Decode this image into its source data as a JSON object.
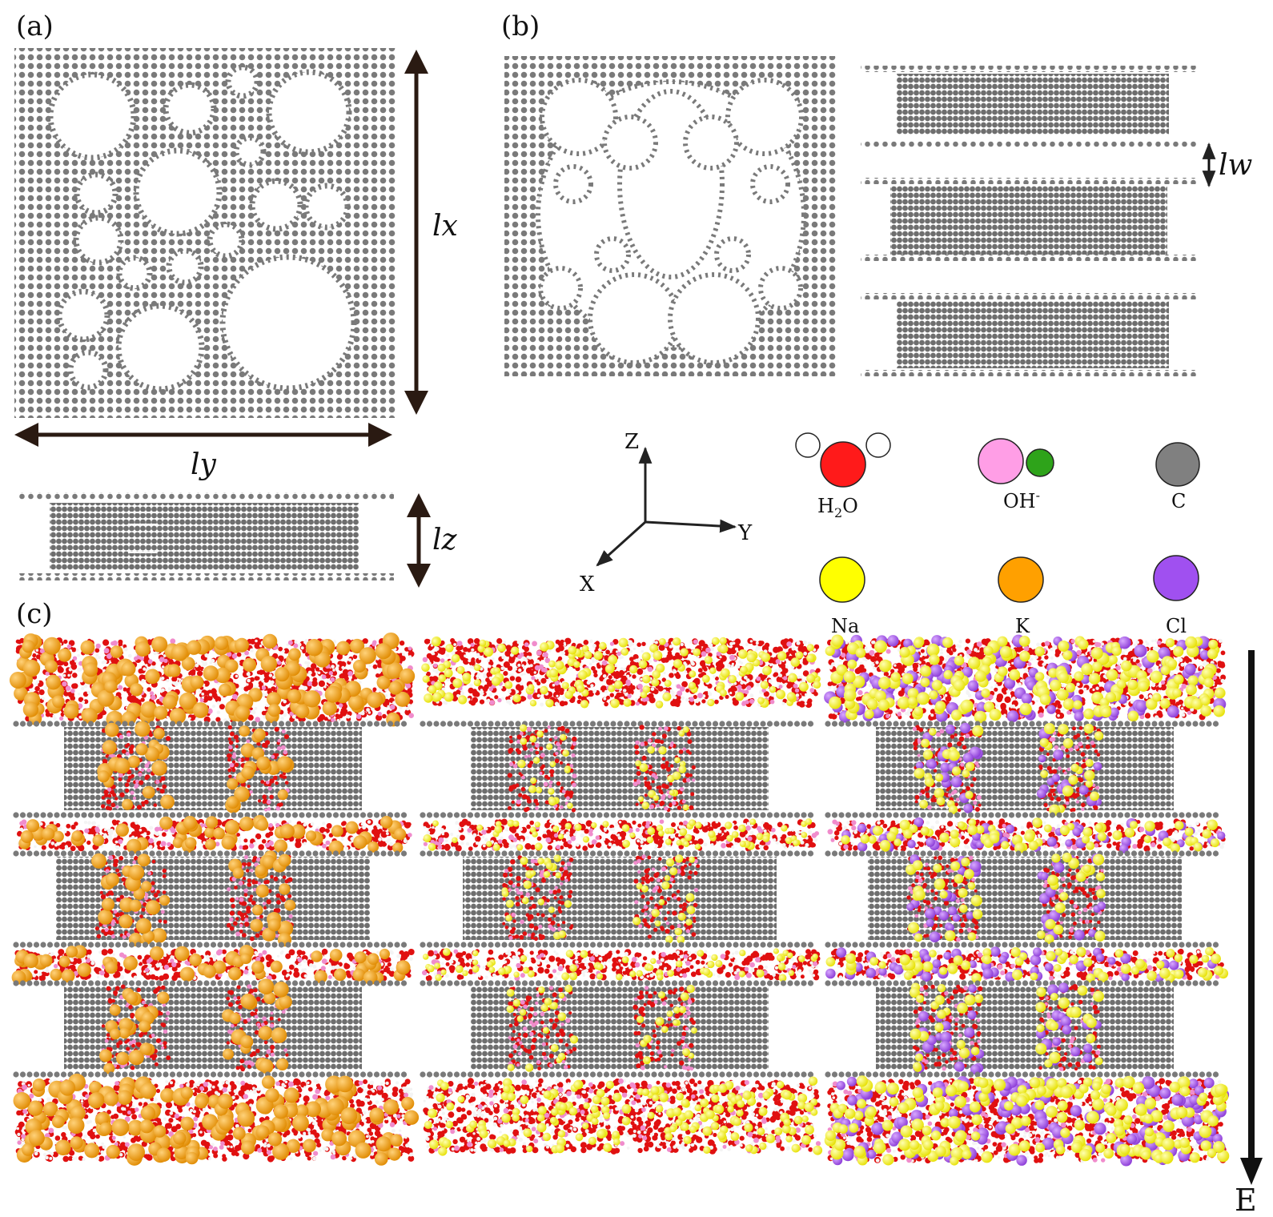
{
  "panels": {
    "a": {
      "label": "(a)",
      "dim_x": "lx",
      "dim_y": "ly",
      "dim_z": "lz"
    },
    "b": {
      "label": "(b)",
      "dim_w": "lw"
    },
    "c": {
      "label": "(c)",
      "field": "E"
    }
  },
  "axes": {
    "z": "Z",
    "y": "Y",
    "x": "X"
  },
  "legend": {
    "h2o": {
      "text": "H2O",
      "main": "H",
      "sub": "2",
      "rest": "O",
      "color": "#ff1a1a",
      "h_color": "#ffffff"
    },
    "oh": {
      "text": "OH-",
      "main": "OH",
      "sup": "-",
      "color_o": "#ff9ee6",
      "color_h": "#2ea31a"
    },
    "c": {
      "text": "C",
      "color": "#808080"
    },
    "na": {
      "text": "Na",
      "color": "#ffff00"
    },
    "k": {
      "text": "K",
      "color": "#ffa000"
    },
    "cl": {
      "text": "Cl",
      "color": "#a050f0"
    }
  },
  "colors": {
    "carbon": "#6e6e6e",
    "water": "#e01010",
    "hydrogen": "#f4f4f4",
    "oh": "#f08ccc",
    "k": "#f2950f",
    "na": "#f4f000",
    "cl": "#9a48e6"
  },
  "ions": {
    "col1": [
      "k"
    ],
    "col2": [
      "na"
    ],
    "col3": [
      "cl",
      "na"
    ]
  }
}
